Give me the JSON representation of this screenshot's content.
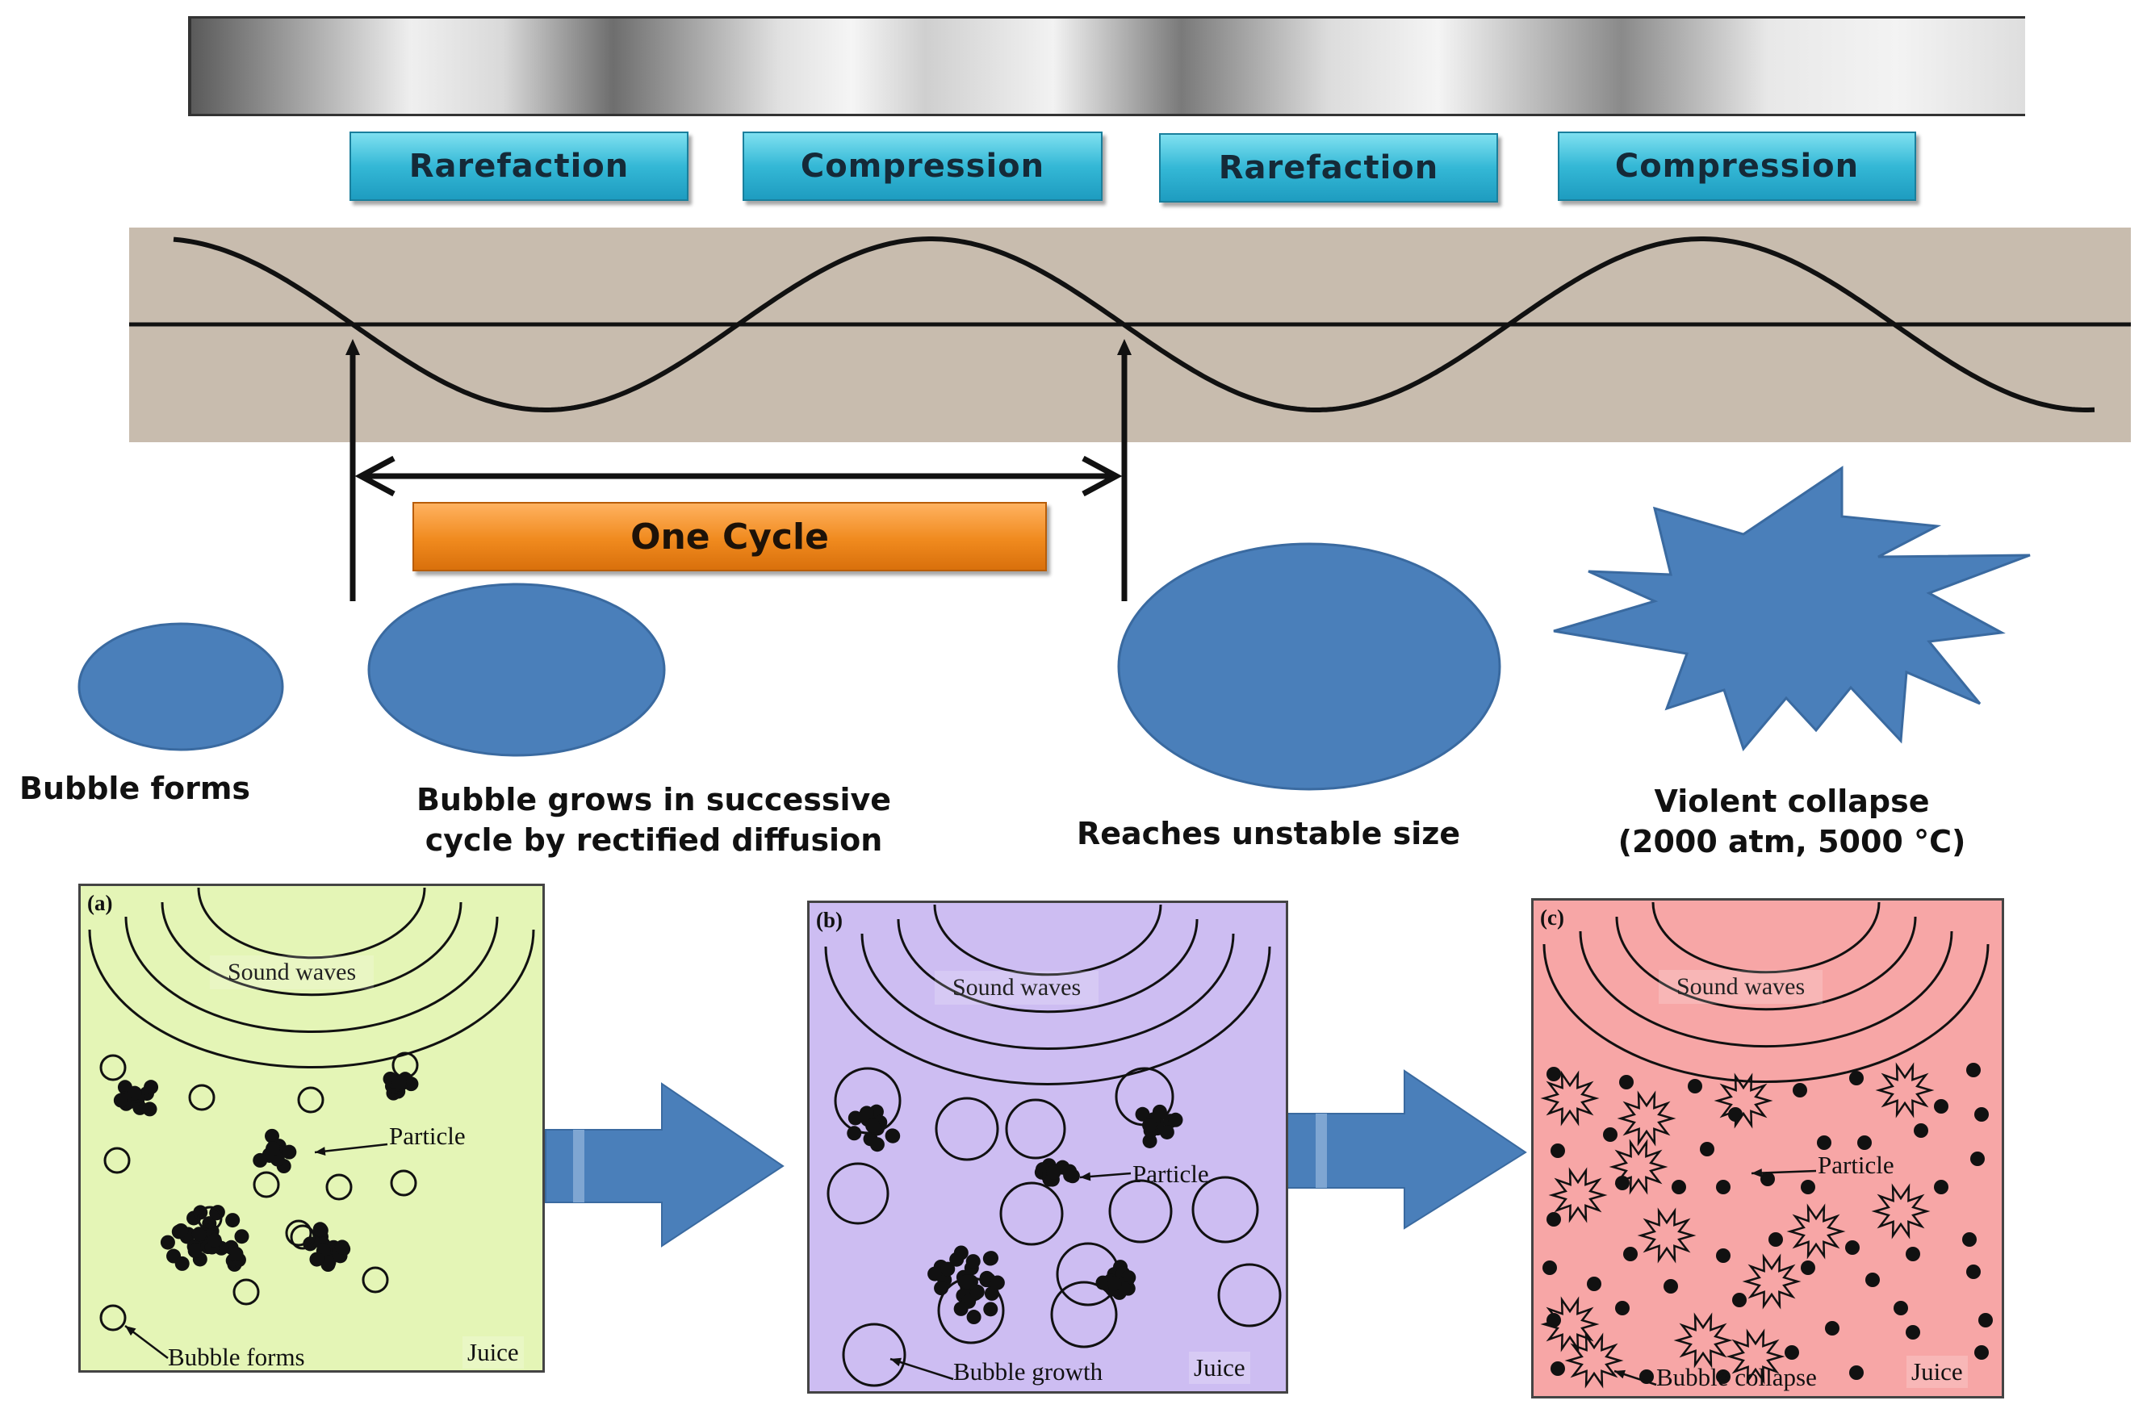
{
  "phases": [
    {
      "label": "Rarefaction"
    },
    {
      "label": "Compression"
    },
    {
      "label": "Rarefaction"
    },
    {
      "label": "Compression"
    }
  ],
  "cycle": {
    "label": "One Cycle"
  },
  "stages": {
    "forms": {
      "line1": "Bubble forms"
    },
    "grows": {
      "line1": "Bubble grows in successive",
      "line2": "cycle by rectified diffusion"
    },
    "unstable": {
      "line1": "Reaches unstable size"
    },
    "collapse": {
      "line1": "Violent collapse",
      "line2": "(2000 atm, 5000 °C)"
    }
  },
  "panels": {
    "a": {
      "letter": "(a)",
      "sound": "Sound waves",
      "particle": "Particle",
      "bubble": "Bubble forms",
      "juice": "Juice",
      "color": "#e4f5b6"
    },
    "b": {
      "letter": "(b)",
      "sound": "Sound waves",
      "particle": "Particle",
      "bubble": "Bubble growth",
      "juice": "Juice",
      "color": "#cdbdf2"
    },
    "c": {
      "letter": "(c)",
      "sound": "Sound waves",
      "particle": "Particle",
      "bubble": "Bubble collapse",
      "juice": "Juice",
      "color": "#f7a6a6"
    }
  },
  "colors": {
    "bubble": "#4a7fba",
    "wave_band": "#c8bcae",
    "arrow": "#4a7fba",
    "phase_box": "#34b8d6",
    "cycle_box": "#f08a1e"
  }
}
